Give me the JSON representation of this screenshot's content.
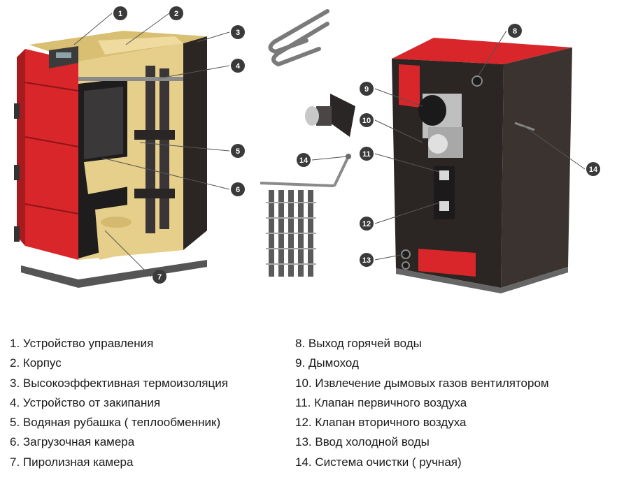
{
  "callouts": [
    "1",
    "2",
    "3",
    "4",
    "5",
    "6",
    "7",
    "8",
    "9",
    "10",
    "11",
    "12",
    "13",
    "14",
    "14"
  ],
  "legend": {
    "left": [
      "1. Устройство управления",
      "2. Корпус",
      "3. Высокоэффективная термоизоляция",
      "4. Устройство от закипания",
      "5. Водяная рубашка  ( теплообменник)",
      "6. Загрузочная камера",
      "7. Пиролизная камера"
    ],
    "right": [
      "8. Выход горячей воды",
      "9. Дымоход",
      "10. Извлечение дымовых газов вентилятором",
      "11. Клапан первичного воздуха",
      "12. Клапан вторичного воздуха",
      "13. Ввод холодной воды",
      "14. Система очистки  ( ручная)"
    ]
  },
  "colors": {
    "boiler_red": "#d8262a",
    "boiler_dark": "#2b2523",
    "insulation": "#e6cf8a",
    "callout_badge": "#3a3a3a",
    "leader_line": "#555555"
  }
}
